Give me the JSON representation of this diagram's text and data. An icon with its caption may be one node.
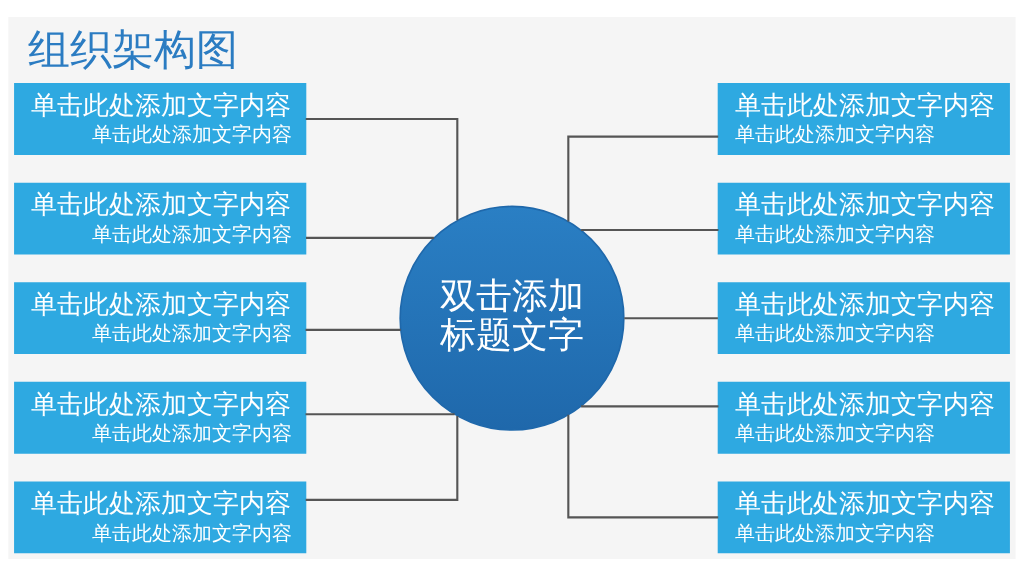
{
  "diagram": {
    "title": "组织架构图",
    "nodes": [
      {
        "text": [
          "双击添加标题文字"
        ]
      },
      {
        "text": [
          "单击此处添加文字内容",
          "单击此处添加文字内容"
        ]
      },
      {
        "text": [
          "单击此处添加文字内容",
          "单击此处添加文字内容"
        ]
      },
      {
        "text": [
          "单击此处添加文字内容",
          "单击此处添加文字内容"
        ]
      },
      {
        "text": [
          "单击此处添加文字内容",
          "单击此处添加文字内容"
        ]
      },
      {
        "text": [
          "单击此处添加文字内容",
          "单击此处添加文字内容"
        ]
      },
      {
        "text": [
          "单击此处添加文字内容",
          "单击此处添加文字内容"
        ]
      },
      {
        "text": [
          "单击此处添加文字内容",
          "单击此处添加文字内容"
        ]
      },
      {
        "text": [
          "单击此处添加文字内容",
          "单击此处添加文字内容"
        ]
      },
      {
        "text": [
          "单击此处添加文字内容",
          "单击此处添加文字内容"
        ]
      },
      {
        "text": [
          "单击此处添加文字内容",
          "单击此处添加文字内容"
        ]
      }
    ],
    "edges": [
      {
        "from": 0,
        "to": 1,
        "arrow": "none"
      },
      {
        "from": 0,
        "to": 2,
        "arrow": "none"
      },
      {
        "from": 0,
        "to": 3,
        "arrow": "none"
      },
      {
        "from": 0,
        "to": 4,
        "arrow": "none"
      },
      {
        "from": 0,
        "to": 5,
        "arrow": "none"
      },
      {
        "from": 0,
        "to": 6,
        "arrow": "none"
      },
      {
        "from": 0,
        "to": 7,
        "arrow": "none"
      },
      {
        "from": 0,
        "to": 8,
        "arrow": "none"
      },
      {
        "from": 0,
        "to": 9,
        "arrow": "none"
      },
      {
        "from": 0,
        "to": 10,
        "arrow": "none"
      }
    ]
  }
}
